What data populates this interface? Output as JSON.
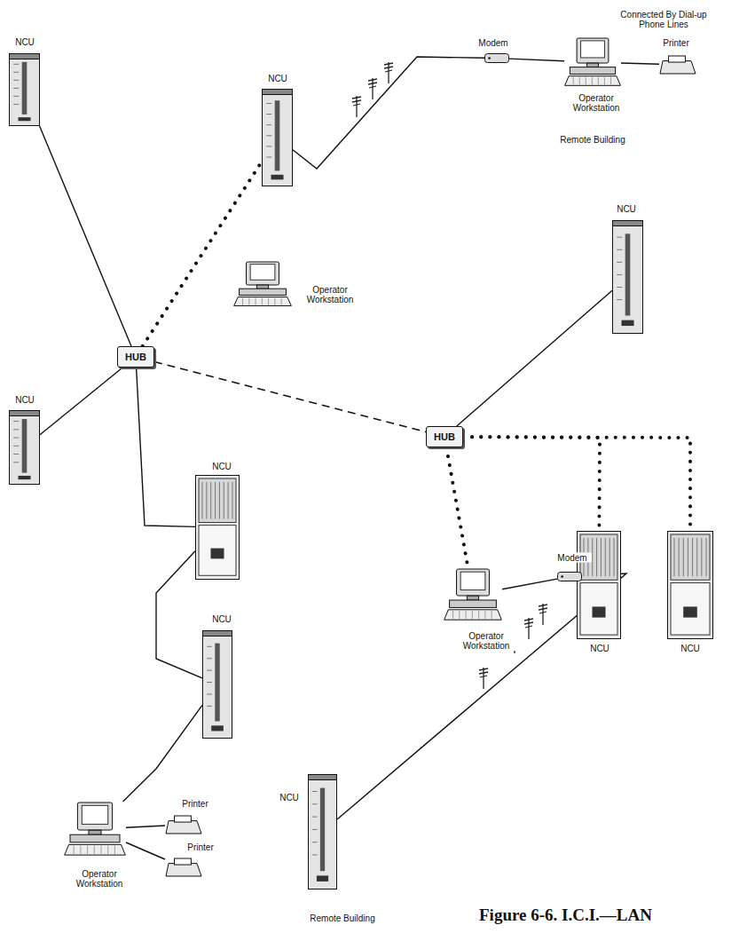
{
  "diagram": {
    "caption": "Figure 6-6. I.C.I.—LAN",
    "nodes": [
      {
        "text": [
          "Modem"
        ]
      },
      {
        "text": [
          "Printer"
        ]
      },
      {
        "text": [
          "Operator Workstation"
        ]
      },
      {
        "text": [
          "NCU"
        ]
      },
      {
        "text": [
          "NCU"
        ]
      },
      {
        "text": [
          "Operator Workstation"
        ]
      },
      {
        "text": [
          "HUB"
        ]
      },
      {
        "text": [
          "NCU"
        ]
      },
      {
        "text": [
          "NCU"
        ]
      },
      {
        "text": [
          "HUB"
        ]
      },
      {
        "text": [
          "NCU"
        ]
      },
      {
        "text": [
          "NCU"
        ]
      },
      {
        "text": [
          "NCU"
        ]
      },
      {
        "text": [
          "Operator Workstation"
        ]
      },
      {
        "text": [
          "Modem"
        ]
      },
      {
        "text": [
          "NCU"
        ]
      },
      {
        "text": [
          "Printer"
        ]
      },
      {
        "text": [
          "Operator Workstation"
        ]
      },
      {
        "text": [
          "Printer"
        ]
      },
      {
        "text": [
          "NCU"
        ]
      }
    ],
    "edges": [
      {
        "from": 3,
        "to": 0,
        "arrow": "none"
      },
      {
        "from": 0,
        "to": 2,
        "arrow": "none"
      },
      {
        "from": 2,
        "to": 1,
        "arrow": "none"
      },
      {
        "from": 6,
        "to": 3,
        "arrow": "none"
      },
      {
        "from": 6,
        "to": 4,
        "arrow": "none"
      },
      {
        "from": 6,
        "to": 8,
        "arrow": "none"
      },
      {
        "from": 6,
        "to": 9,
        "arrow": "none"
      },
      {
        "from": 6,
        "to": 10,
        "arrow": "none"
      },
      {
        "from": 10,
        "to": 15,
        "arrow": "none"
      },
      {
        "from": 15,
        "to": 17,
        "arrow": "none"
      },
      {
        "from": 17,
        "to": 16,
        "arrow": "none"
      },
      {
        "from": 17,
        "to": 18,
        "arrow": "none"
      },
      {
        "from": 9,
        "to": 7,
        "arrow": "none"
      },
      {
        "from": 9,
        "to": 11,
        "arrow": "none"
      },
      {
        "from": 9,
        "to": 12,
        "arrow": "none"
      },
      {
        "from": 9,
        "to": 13,
        "arrow": "none"
      },
      {
        "from": 13,
        "to": 14,
        "arrow": "none"
      },
      {
        "from": 14,
        "to": 19,
        "arrow": "none"
      }
    ],
    "labels": [
      "Connected By Dial-up Phone Lines",
      "Remote Building",
      "Remote Building"
    ]
  }
}
